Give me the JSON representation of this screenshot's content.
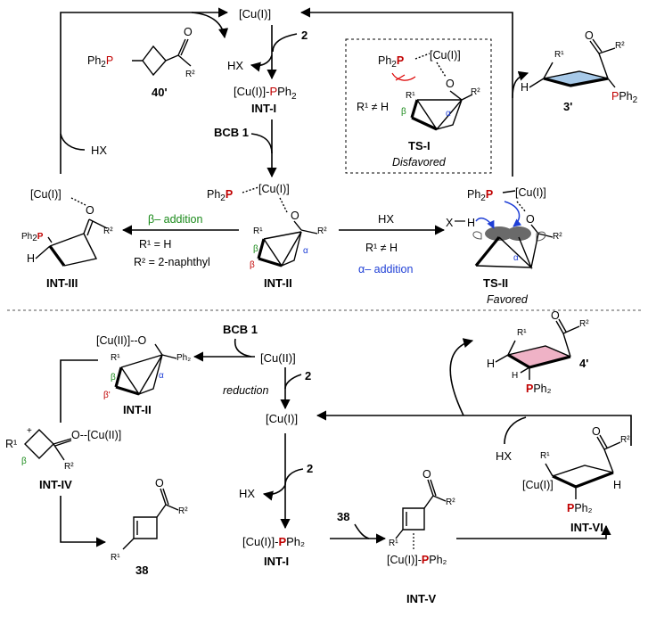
{
  "top": {
    "cu1": "[Cu(I)]",
    "reagent_2": "2",
    "hx": "HX",
    "cu_pph2": "[Cu(I)]-",
    "p": "P",
    "ph2": "Ph",
    "sub2": "2",
    "int1": "INT-I",
    "bcb1": "BCB 1",
    "int2": "INT-II",
    "int3": "INT-III",
    "ts1": "TS-I",
    "ts2": "TS-II",
    "disfavored": "Disfavored",
    "favored": "Favored",
    "beta_addition": "β– addition",
    "alpha_addition": "α– addition",
    "r1_eq_h": "R¹ = H",
    "r2_naphthyl": "R² = 2-naphthyl",
    "r1_neq_h": "R¹ ≠ H",
    "compound_40": "40'",
    "compound_3": "3'",
    "r1": "R¹",
    "r2": "R²",
    "o": "O",
    "h": "H",
    "x": "X",
    "alpha": "α",
    "beta": "β",
    "cu_bracket": "[Cu(I)]",
    "pph2": "PPh₂",
    "ph2p": "Ph₂",
    "hx_label": "HX"
  },
  "bottom": {
    "cu2": "[Cu(II)]",
    "cu2_o": "[Cu(II)]--O",
    "bcb1": "BCB 1",
    "reagent_2": "2",
    "reduction": "reduction",
    "cu1": "[Cu(I)]",
    "hx": "HX",
    "int1": "INT-I",
    "int2": "INT-II",
    "int4": "INT-IV",
    "int5": "INT-V",
    "int6": "INT-VI",
    "compound_38": "38",
    "compound_38b": "38",
    "compound_4": "4'",
    "o_cu2": "O--[Cu(II)]",
    "beta": "β",
    "beta_prime": "β'",
    "alpha": "α",
    "plus": "+",
    "cu_i_bracket": "[Cu(I)]",
    "cu_i_pph2": "[Cu(I)]-",
    "p": "P",
    "ph2": "Ph₂",
    "pph2": "PPh₂"
  },
  "colors": {
    "phosphorus": "#c00000",
    "alpha": "#1f3fd6",
    "beta": "#1a8a1a",
    "ring_top": "#a7c9e8",
    "ring_bottom": "#efb2c6"
  }
}
